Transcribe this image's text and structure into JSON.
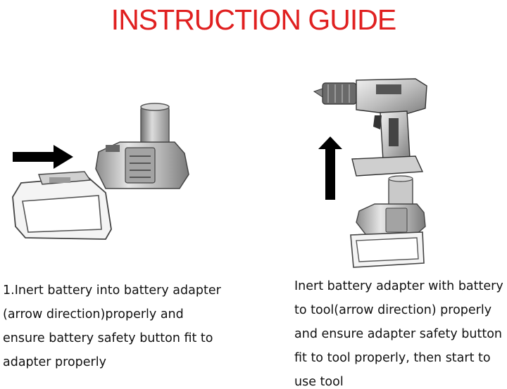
{
  "title": "INSTRUCTION GUIDE",
  "colors": {
    "title": "#e02020",
    "text": "#111111",
    "arrow": "#000000",
    "metal": "#c9c9c9",
    "battery_outline": "#444444"
  },
  "steps": [
    {
      "lines": [
        "1.Inert battery into battery adapter",
        "(arrow direction)properly and",
        "ensure battery safety button fit to",
        "adapter properly"
      ],
      "illustration": "battery-into-adapter",
      "arrow_direction": "right"
    },
    {
      "lines": [
        "Inert battery adapter with battery",
        "to tool(arrow direction) properly",
        "and ensure adapter safety button",
        "fit to tool properly, then start to",
        "use tool"
      ],
      "illustration": "adapter-into-drill",
      "arrow_direction": "up"
    }
  ]
}
